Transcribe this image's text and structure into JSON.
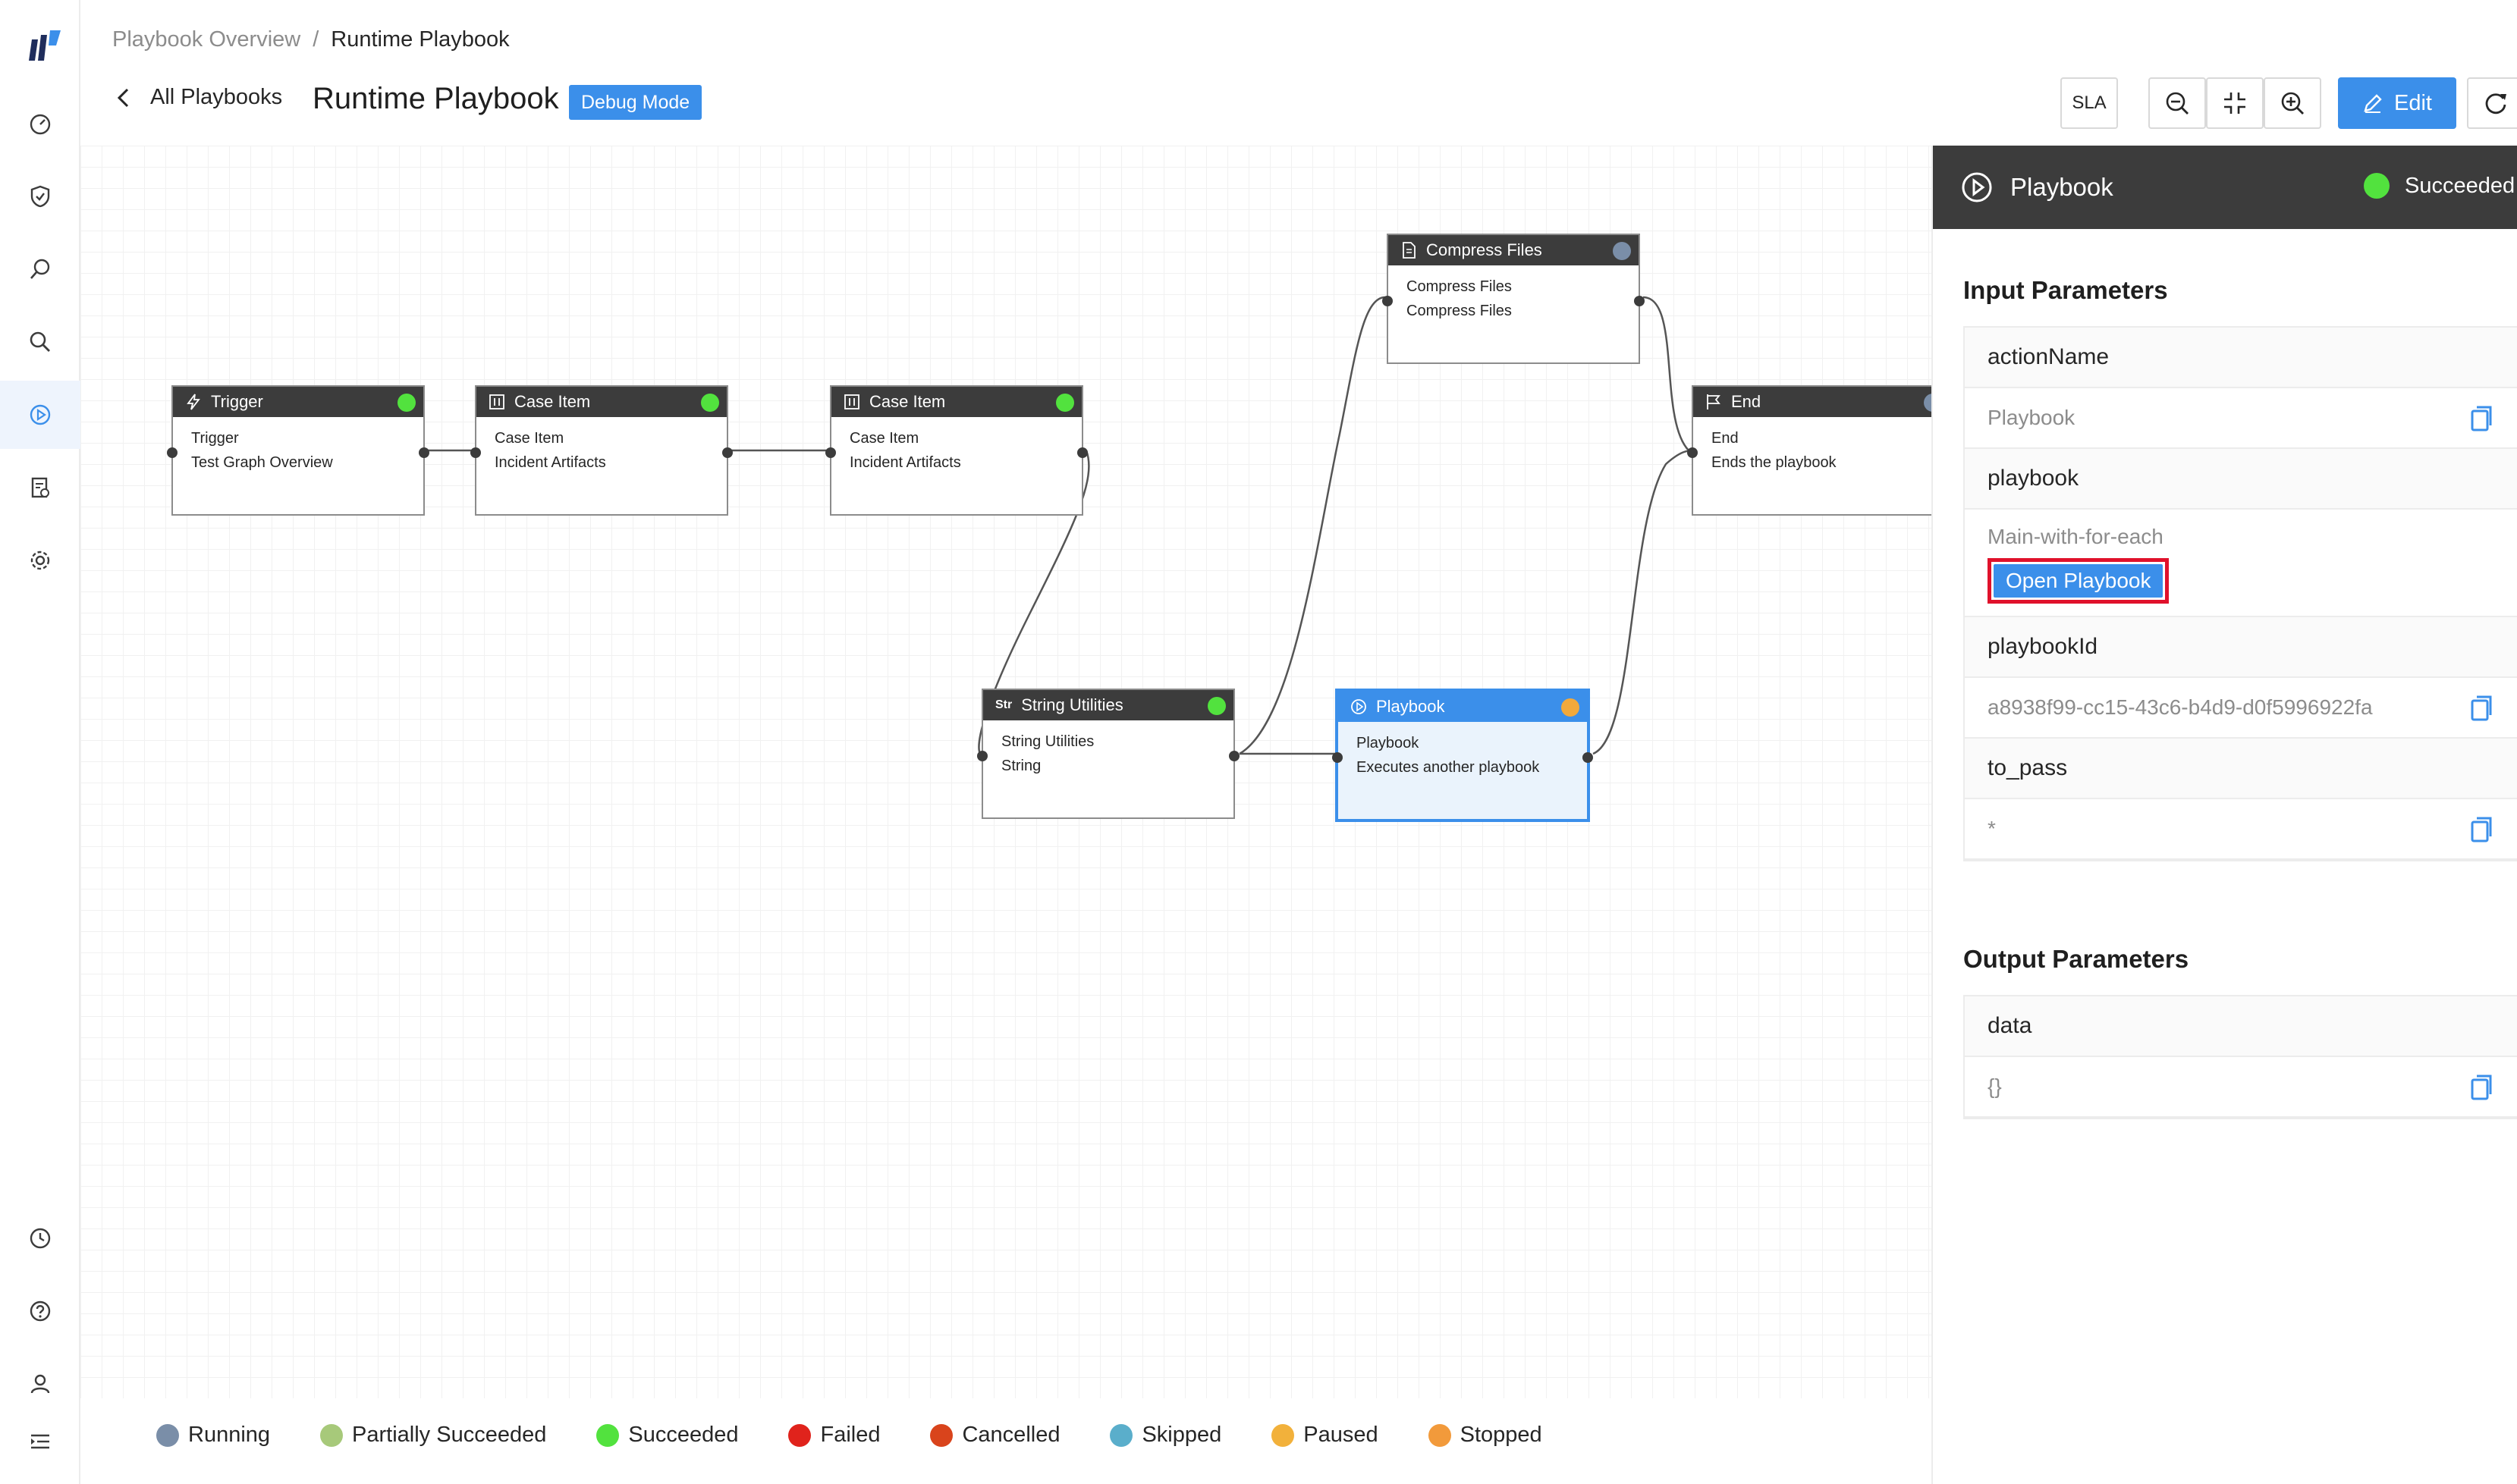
{
  "breadcrumb": {
    "parent": "Playbook Overview",
    "separator": "/",
    "current": "Runtime Playbook"
  },
  "header": {
    "back_label": "All Playbooks",
    "title": "Runtime Playbook",
    "badge": "Debug Mode",
    "sla_label": "SLA",
    "edit_label": "Edit"
  },
  "nav": {
    "items": [
      "dashboard",
      "shield",
      "investigate",
      "search",
      "playbooks",
      "reports",
      "settings",
      "history",
      "help",
      "user",
      "menu"
    ]
  },
  "colors": {
    "accent": "#3b8fea",
    "node_header": "#3c3c3c",
    "highlight_box": "#e0112b"
  },
  "nodes": {
    "trigger": {
      "title": "Trigger",
      "line1": "Trigger",
      "line2": "Test Graph Overview",
      "status_color": "#52e23e"
    },
    "case_item_1": {
      "title": "Case Item",
      "line1": "Case Item",
      "line2": "Incident Artifacts",
      "status_color": "#52e23e"
    },
    "case_item_2": {
      "title": "Case Item",
      "line1": "Case Item",
      "line2": "Incident Artifacts",
      "status_color": "#52e23e"
    },
    "compress_files": {
      "title": "Compress Files",
      "line1": "Compress Files",
      "line2": "Compress Files",
      "status_color": "#7a8ea8"
    },
    "end": {
      "title": "End",
      "line1": "End",
      "line2": "Ends the playbook",
      "status_color": "#7a8ea8"
    },
    "string_utilities": {
      "title": "String Utilities",
      "line1": "String Utilities",
      "line2": "String",
      "status_color": "#52e23e"
    },
    "playbook": {
      "title": "Playbook",
      "line1": "Playbook",
      "line2": "Executes another playbook",
      "status_color": "#f2a93b"
    }
  },
  "legend": [
    {
      "label": "Running",
      "color": "#7a8ea8"
    },
    {
      "label": "Partially Succeeded",
      "color": "#a7c97a"
    },
    {
      "label": "Succeeded",
      "color": "#52e23e"
    },
    {
      "label": "Failed",
      "color": "#e0231c"
    },
    {
      "label": "Cancelled",
      "color": "#d9441c"
    },
    {
      "label": "Skipped",
      "color": "#5aaecb"
    },
    {
      "label": "Paused",
      "color": "#f2b13b"
    },
    {
      "label": "Stopped",
      "color": "#f29a3b"
    }
  ],
  "panel": {
    "title": "Playbook",
    "status": "Succeeded",
    "input_title": "Input Parameters",
    "output_title": "Output Parameters",
    "inputs": {
      "actionName": {
        "key": "actionName",
        "value": "Playbook"
      },
      "playbook": {
        "key": "playbook",
        "value": "Main-with-for-each",
        "button": "Open Playbook"
      },
      "playbookId": {
        "key": "playbookId",
        "value": "a8938f99-cc15-43c6-b4d9-d0f5996922fa"
      },
      "to_pass": {
        "key": "to_pass",
        "value": "*"
      }
    },
    "outputs": {
      "data": {
        "key": "data",
        "value": "{}"
      }
    }
  }
}
